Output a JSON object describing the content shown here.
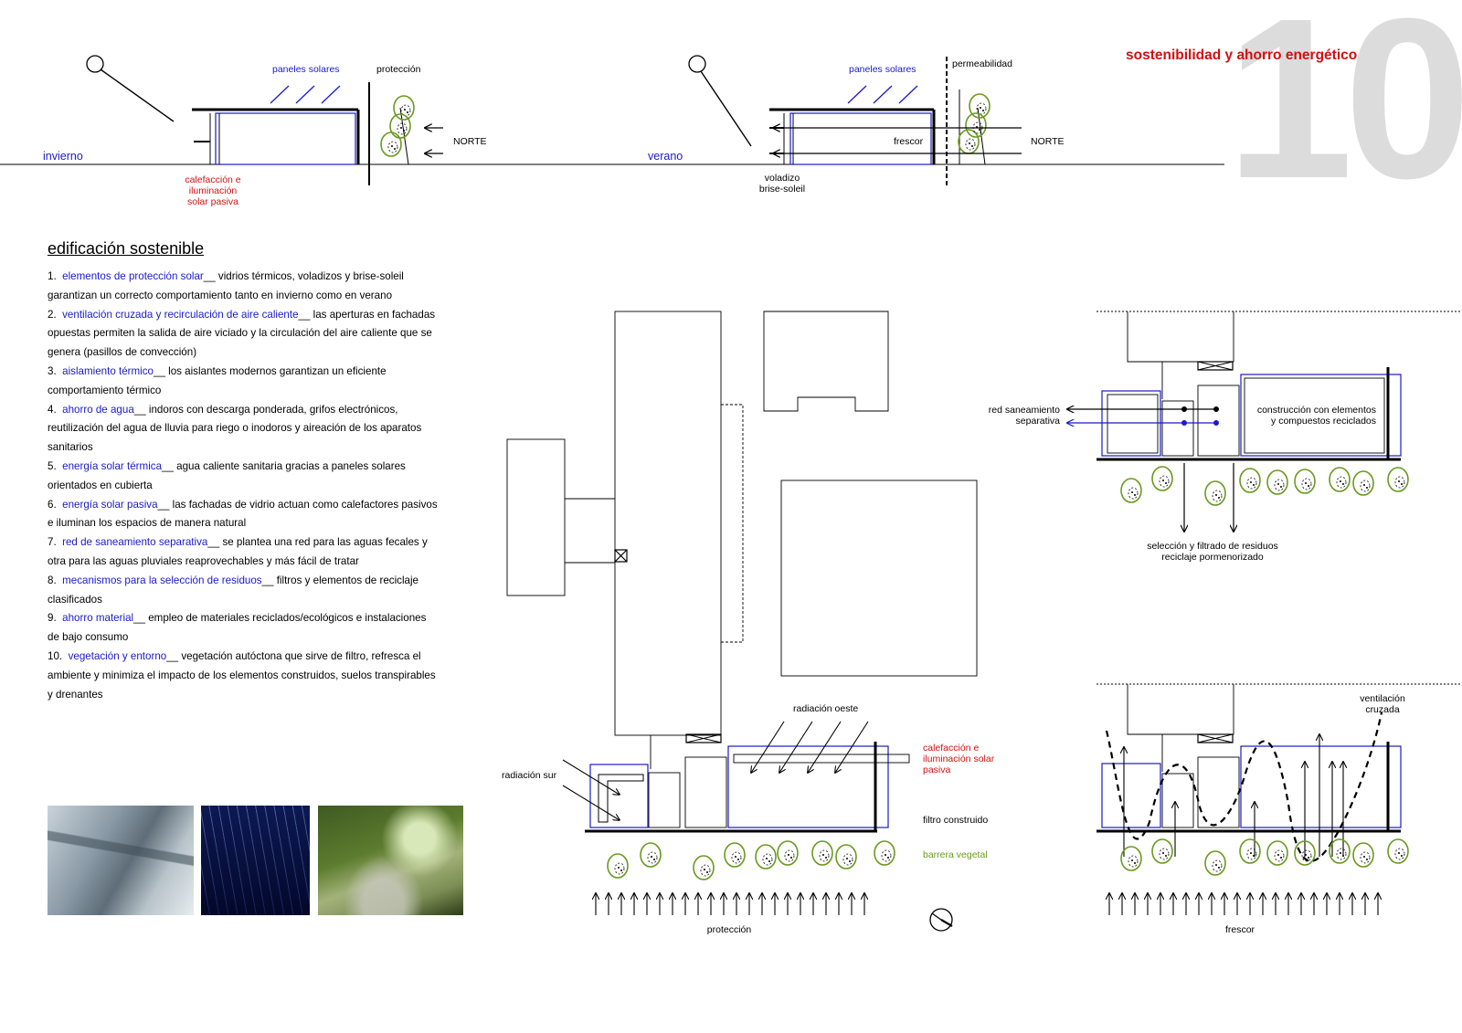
{
  "sheet": {
    "number": "10",
    "title": "sostenibilidad y ahorro energético"
  },
  "section_winter": {
    "season": "invierno",
    "panels": "paneles solares",
    "protection": "protección",
    "north": "NORTE",
    "heating": [
      "calefacción e",
      "iluminación",
      "solar pasiva"
    ]
  },
  "section_summer": {
    "season": "verano",
    "panels": "paneles solares",
    "permeability": "permeabilidad",
    "cool": "frescor",
    "north": "NORTE",
    "overhang": [
      "voladizo",
      "brise-soleil"
    ]
  },
  "sustainable": {
    "heading": "edificación sostenible",
    "items": [
      {
        "num": "1.",
        "highlight": "elementos de protección solar",
        "text": "__ vidrios térmicos, voladizos y brise-soleil garantizan un correcto comportamiento tanto en invierno como en verano"
      },
      {
        "num": "2.",
        "highlight": "ventilación cruzada y recirculación de aire caliente",
        "text": "__ las aperturas en fachadas opuestas permiten la salida de aire viciado y la circulación del aire caliente que se genera (pasillos de convección)"
      },
      {
        "num": "3.",
        "highlight": "aislamiento térmico",
        "text": "__ los aislantes modernos garantizan un eficiente comportamiento térmico"
      },
      {
        "num": "4.",
        "highlight": "ahorro de agua",
        "text": "__ indoros con descarga ponderada, grifos electrónicos, reutilización del agua de lluvia para riego o inodoros y aireación de los aparatos sanitarios"
      },
      {
        "num": "5.",
        "highlight": "energía solar térmica",
        "text": "__ agua caliente sanitaria gracias a paneles solares orientados en cubierta"
      },
      {
        "num": "6.",
        "highlight": "energía solar pasiva",
        "text": "__ las fachadas de vidrio actuan como calefactores pasivos e iluminan los espacios de manera natural"
      },
      {
        "num": "7.",
        "highlight": "red de saneamiento separativa",
        "text": "__ se plantea una red para las aguas fecales  y otra para las aguas pluviales reaprovechables y más fácil de tratar"
      },
      {
        "num": "8.",
        "highlight": "mecanismos para la selección de residuos",
        "text": "__ filtros y elementos de reciclaje clasificados"
      },
      {
        "num": "9.",
        "highlight": "ahorro material",
        "text": "__ empleo de materiales reciclados/ecológicos e instalaciones de bajo consumo"
      },
      {
        "num": "10.",
        "highlight": "vegetación y entorno",
        "text": "__ vegetación autóctona que sirve de filtro, refresca el ambiente y minimiza el impacto de los elementos construidos, suelos transpirables y drenantes"
      }
    ]
  },
  "site_plan": {
    "west_radiation": "radiación oeste",
    "south_radiation": "radiación sur",
    "passive_heating": [
      "calefacción e",
      "iluminación solar",
      "pasiva"
    ],
    "built_filter": "filtro construido",
    "green_barrier": "barrera vegetal",
    "protection": "protección"
  },
  "detail_upper": {
    "drainage": [
      "red saneamiento",
      "separativa"
    ],
    "recycled": [
      "construcción con elementos",
      "y compuestos reciclados"
    ],
    "waste": [
      "selección y filtrado de residuos",
      "reciclaje pormenorizado"
    ]
  },
  "detail_lower": {
    "cross_ventilation": [
      "ventilación",
      "cruzada"
    ],
    "cool": "frescor"
  },
  "colors": {
    "accent_red": "#d21010",
    "highlight_blue": "#1a1ac8",
    "vegetation_green": "#6a9a1f",
    "number_grey": "#dcdcdc"
  },
  "photos": [
    "glass-canopy-photo",
    "solar-panels-photo",
    "forest-stream-photo"
  ]
}
